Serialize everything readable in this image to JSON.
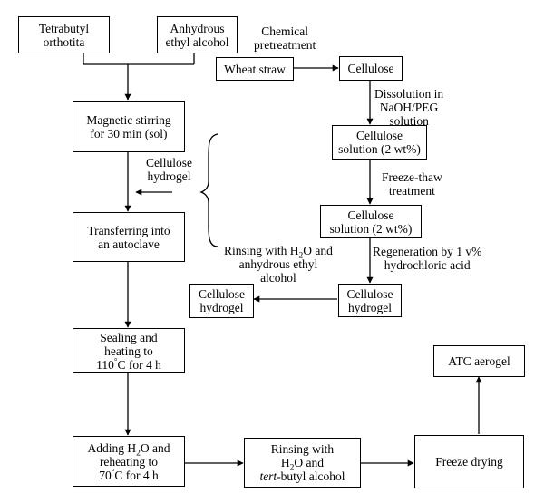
{
  "nodes": {
    "tetrabutyl": {
      "line1": "Tetrabutyl",
      "line2": "orthotita"
    },
    "ethanol": {
      "line1": "Anhydrous",
      "line2": "ethyl alcohol"
    },
    "magnetic": {
      "line1": "Magnetic stirring",
      "line2": "for 30 min (sol)"
    },
    "transfer": {
      "line1": "Transferring into",
      "line2": "an autoclave"
    },
    "sealing": {
      "line1": "Sealing and",
      "line2": "heating to",
      "line3_pre": "110",
      "line3_deg": "°",
      "line3_post": "C for 4 h"
    },
    "adding": {
      "line1_pre": "Adding H",
      "line1_sub": "2",
      "line1_post": "O and",
      "line2": "reheating to",
      "line3_pre": "70",
      "line3_deg": "°",
      "line3_post": "C for 4 h"
    },
    "rinsing_tert": {
      "line1": "Rinsing with",
      "line2_pre": "H",
      "line2_sub": "2",
      "line2_post": "O and",
      "line3_ital": "tert",
      "line3_post": "-butyl alcohol"
    },
    "freeze_drying": {
      "line1": "Freeze drying"
    },
    "atc_aerogel": {
      "line1": "ATC aerogel"
    },
    "wheat_straw": {
      "line1": "Wheat straw"
    },
    "cellulose": {
      "line1": "Cellulose"
    },
    "cell_solution_1": {
      "line1": "Cellulose",
      "line2": "solution (2 wt%)"
    },
    "cell_solution_2": {
      "line1": "Cellulose",
      "line2": "solution (2 wt%)"
    },
    "cell_hydrogel_r": {
      "line1": "Cellulose",
      "line2": "hydrogel"
    },
    "cell_hydrogel_l": {
      "line1": "Cellulose",
      "line2": "hydrogel"
    }
  },
  "edge_labels": {
    "chemical": {
      "line1": "Chemical",
      "line2": "pretreatment"
    },
    "dissolution": {
      "line1": "Dissolution in",
      "line2": "NaOH/PEG",
      "line3": "solution"
    },
    "freeze_thaw": {
      "line1": "Freeze-thaw",
      "line2": "treatment"
    },
    "regeneration": {
      "line1": "Regeneration by 1 v%",
      "line2": "hydrochloric acid"
    },
    "rinsing_eth": {
      "line1_pre": "Rinsing with H",
      "line1_sub": "2",
      "line1_post": "O and",
      "line2": "anhydrous ethyl",
      "line3": "alcohol"
    },
    "hydrogel_in": {
      "line1": "Cellulose",
      "line2": "hydrogel"
    }
  }
}
